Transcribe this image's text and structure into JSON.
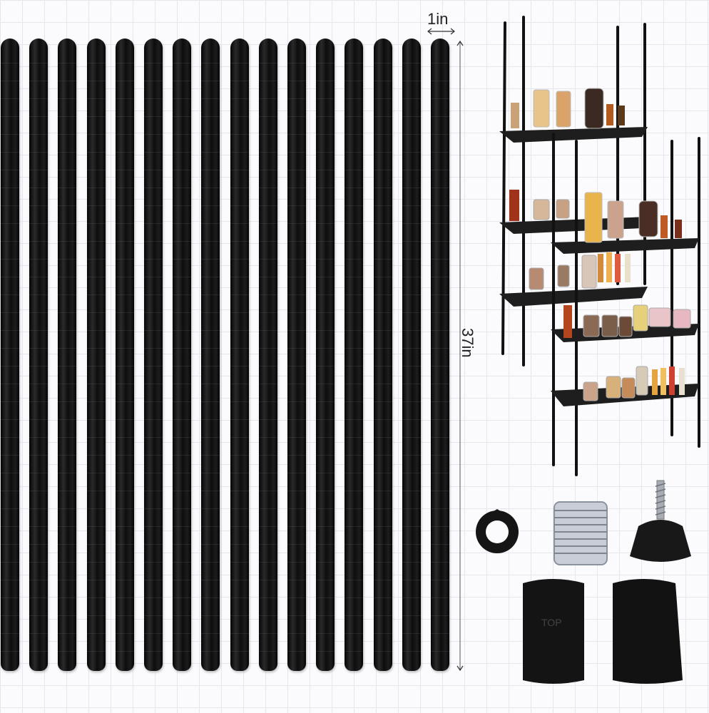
{
  "dimensions": {
    "width_label": "1in",
    "height_label": "37in"
  },
  "poles": {
    "count": 16,
    "color": "#111111"
  },
  "parts": {
    "sleeve_text": "TOP"
  },
  "colors": {
    "pole": "#111111",
    "background": "#fbfbfd",
    "grid": "#e6e7ee",
    "metal": "#c9ced6"
  }
}
